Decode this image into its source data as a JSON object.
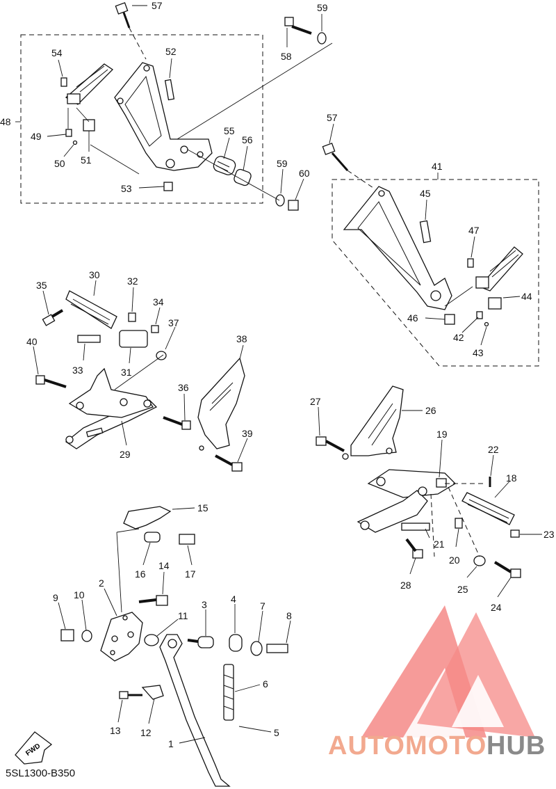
{
  "diagram_code": "5SL1300-B350",
  "fwd_label": "FWD",
  "watermark": {
    "word_a": "AUTOMOTO",
    "word_b": "HUB",
    "color_a": "#f2a98f",
    "color_b": "#8a8a8a",
    "logo_color": "#f58a87"
  },
  "callouts": {
    "c1": "1",
    "c2": "2",
    "c3": "3",
    "c4": "4",
    "c5": "5",
    "c6": "6",
    "c7": "7",
    "c8": "8",
    "c9": "9",
    "c10": "10",
    "c11": "11",
    "c12": "12",
    "c13": "13",
    "c14": "14",
    "c15": "15",
    "c16": "16",
    "c17": "17",
    "c18": "18",
    "c19": "19",
    "c20": "20",
    "c21": "21",
    "c22": "22",
    "c23": "23",
    "c24": "24",
    "c25": "25",
    "c26": "26",
    "c27": "27",
    "c28": "28",
    "c29": "29",
    "c30": "30",
    "c31": "31",
    "c32": "32",
    "c33": "33",
    "c34": "34",
    "c35": "35",
    "c36": "36",
    "c37": "37",
    "c38": "38",
    "c39": "39",
    "c40": "40",
    "c41": "41",
    "c42": "42",
    "c43": "43",
    "c44": "44",
    "c45": "45",
    "c46": "46",
    "c47": "47",
    "c48": "48",
    "c49": "49",
    "c50": "50",
    "c51": "51",
    "c52": "52",
    "c53": "53",
    "c54": "54",
    "c55": "55",
    "c56": "56",
    "c57a": "57",
    "c57b": "57",
    "c58": "58",
    "c59a": "59",
    "c59b": "59",
    "c60": "60"
  }
}
